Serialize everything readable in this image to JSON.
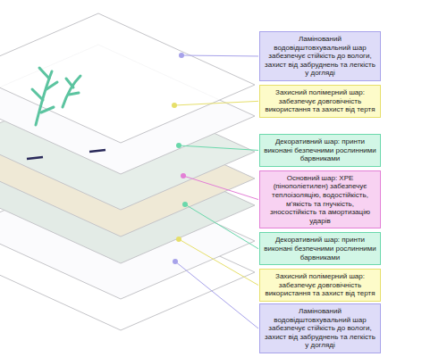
{
  "diagram": {
    "nodes": [
      {
        "text": [
          "Ламінований водовідштовхувальний шар забезпечує стійкість до вологи, захист від забруднень та легкість у догляді"
        ]
      },
      {
        "text": [
          "Захисний полімерний шар: забезпечує довговічність використання та захист від тертя"
        ]
      },
      {
        "text": [
          "Декоративний шар: принти виконані безпечними рослинними барвниками"
        ]
      },
      {
        "text": [
          "Основний шар: XPE (пінополіетилен) забезпечує теплоізоляцію, водостійкість, м’якість та гнучкість, зносостійкість та амортизацію ударів"
        ]
      },
      {
        "text": [
          "Декоративний шар: принти виконані безпечними рослинними барвниками"
        ]
      },
      {
        "text": [
          "Захисний полімерний шар: забезпечує довговічність використання та захист від тертя"
        ]
      },
      {
        "text": [
          "Ламінований водовідштовхувальний шар забезпечує стійкість до вологи, захист від забруднень та легкість у догляді"
        ]
      }
    ]
  }
}
